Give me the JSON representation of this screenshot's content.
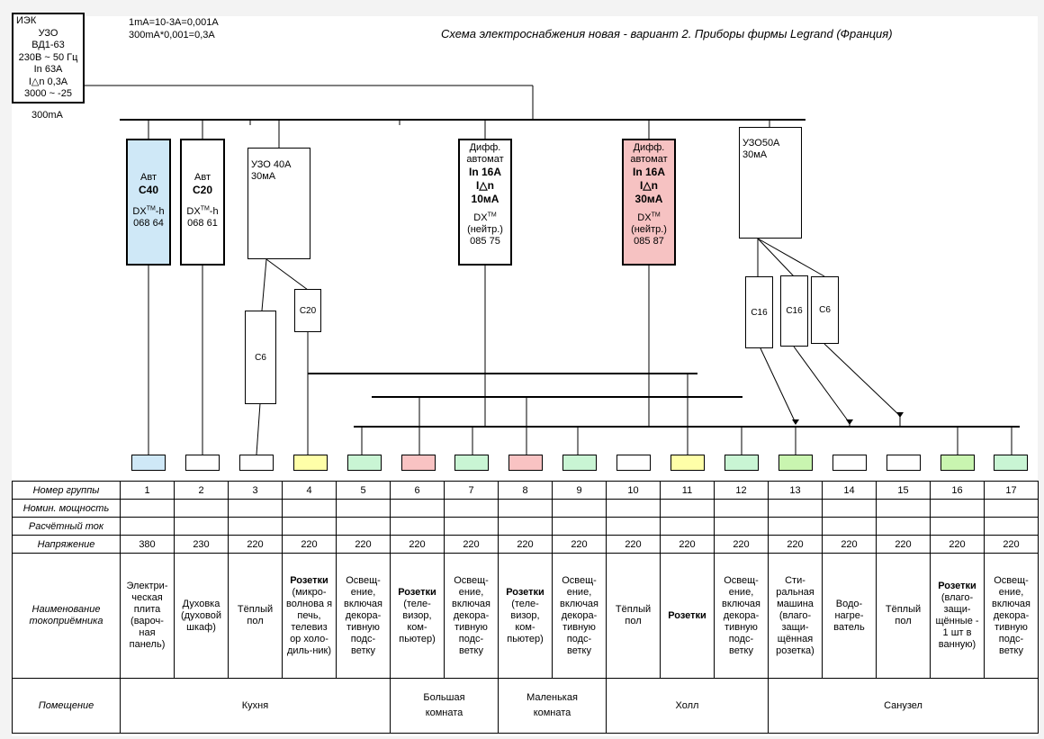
{
  "title": "Схема электроснабжения новая - вариант 2. Приборы фирмы Legrand (Франция)",
  "notes": [
    "1mA=10-3A=0,001A",
    "300mA*0,001=0,3A"
  ],
  "main_rcd": {
    "lines": [
      "ИЭК",
      "УЗО",
      "ВД1-63",
      "230В ~ 50 Гц",
      "In 63A",
      "I△n 0,3A",
      "3000 ~ -25"
    ],
    "rating_note": "300mA"
  },
  "devices": {
    "avt_c40": {
      "line1": "Авт",
      "line2": "C40",
      "line3": "DX",
      "tm": "TM",
      "line3b": "-h",
      "line4": "068 64",
      "color": "#cfe8f7"
    },
    "avt_c20": {
      "line1": "Авт",
      "line2": "C20",
      "line3": "DX",
      "tm": "TM",
      "line3b": "-h",
      "line4": "068 61",
      "color": "#ffffff"
    },
    "uzo40": {
      "line1": "УЗО 40А",
      "line2": "30мА"
    },
    "diff1": {
      "line1": "Дифф.",
      "line2": "автомат",
      "line3": "In 16A",
      "line4": "I△n",
      "line5": "10мА",
      "line6": "DX",
      "tm": "TM",
      "line7": "(нейтр.)",
      "line8": "085 75",
      "color": "#ffffff"
    },
    "diff2": {
      "line1": "Дифф.",
      "line2": "автомат",
      "line3": "In 16A",
      "line4": "I△n",
      "line5": "30мА",
      "line6": "DX",
      "tm": "TM",
      "line7": "(нейтр.)",
      "line8": "085 87",
      "color": "#f6c2c2"
    },
    "uzo50": {
      "line1": "УЗО50А",
      "line2": "30мА"
    },
    "breakers": {
      "c6_a": "C6",
      "c20": "C20",
      "c16_a": "C16",
      "c16_b": "C16",
      "c6_b": "C6"
    }
  },
  "terminal_colors": [
    "#cfe8f7",
    "#ffffff",
    "#ffffff",
    "#ffffa8",
    "#c9f5d4",
    "#f9c3c3",
    "#c9f5d4",
    "#f9c3c3",
    "#c9f5d4",
    "#ffffff",
    "#ffffa8",
    "#c9f5d4",
    "#c9f5b0",
    "#ffffff",
    "#ffffff",
    "#c9f5b0",
    "#c9f5d4"
  ],
  "table": {
    "row_headers": {
      "group": "Номер группы",
      "power": "Номин. мощность",
      "current": "Расчётный ток",
      "voltage": "Напряжение",
      "consumer": "Наименование токоприёмника",
      "room": "Помещение"
    },
    "groups": [
      "1",
      "2",
      "3",
      "4",
      "5",
      "6",
      "7",
      "8",
      "9",
      "10",
      "11",
      "12",
      "13",
      "14",
      "15",
      "16",
      "17"
    ],
    "voltages": [
      "380",
      "230",
      "220",
      "220",
      "220",
      "220",
      "220",
      "220",
      "220",
      "220",
      "220",
      "220",
      "220",
      "220",
      "220",
      "220",
      "220"
    ],
    "consumers": [
      {
        "bold": "",
        "text": "Электри-ческая плита (вароч-ная панель)"
      },
      {
        "bold": "",
        "text": "Духовка (духовой шкаф)"
      },
      {
        "bold": "",
        "text": "Тёплый пол"
      },
      {
        "bold": "Розетки",
        "text": "(микро-волнова я печь, телевиз ор холо-диль-ник)"
      },
      {
        "bold": "",
        "text": "Освещ-ение, включая декора-тивную подс-ветку"
      },
      {
        "bold": "Розетки",
        "text": "(теле-визор, ком-пьютер)"
      },
      {
        "bold": "",
        "text": "Освещ-ение, включая декора-тивную подс-ветку"
      },
      {
        "bold": "Розетки",
        "text": "(теле-визор, ком-пьютер)"
      },
      {
        "bold": "",
        "text": "Освещ-ение, включая декора-тивную подс-ветку"
      },
      {
        "bold": "",
        "text": "Тёплый пол"
      },
      {
        "bold": "Розетки",
        "text": ""
      },
      {
        "bold": "",
        "text": "Освещ-ение, включая декора-тивную подс-ветку"
      },
      {
        "bold": "",
        "text": "Сти-ральная машина (влаго-защи-щённая розетка)"
      },
      {
        "bold": "",
        "text": "Водо-нагре-ватель"
      },
      {
        "bold": "",
        "text": "Тёплый пол"
      },
      {
        "bold": "Розетки",
        "text": "(влаго-защи-щённые - 1 шт в ванную)"
      },
      {
        "bold": "",
        "text": "Освещ-ение, включая декора-тивную подс-ветку"
      }
    ],
    "rooms": [
      {
        "name": "Кухня",
        "span": 5
      },
      {
        "name": "Большая комната",
        "span": 2
      },
      {
        "name": "Маленькая комната",
        "span": 2
      },
      {
        "name": "Холл",
        "span": 3
      },
      {
        "name": "Санузел",
        "span": 5
      }
    ]
  }
}
